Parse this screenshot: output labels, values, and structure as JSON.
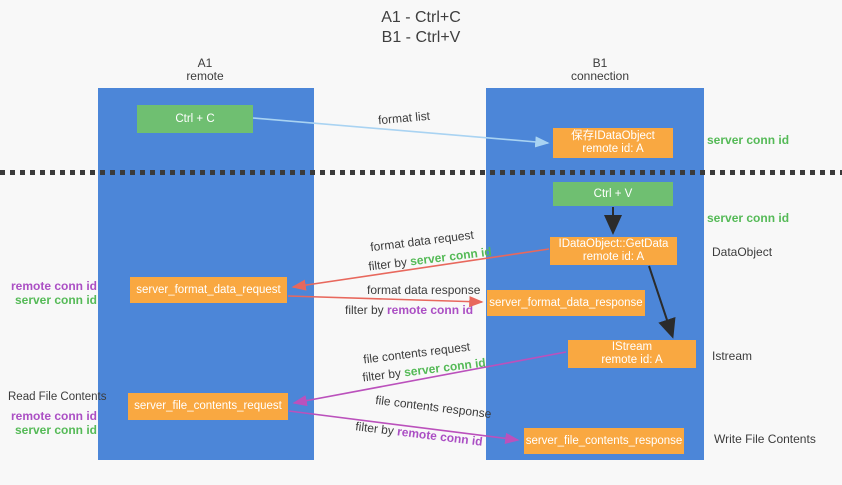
{
  "title": {
    "line1": "A1 - Ctrl+C",
    "line2": "B1 - Ctrl+V"
  },
  "lanes": {
    "a1": {
      "name": "A1",
      "subtitle": "remote"
    },
    "b1": {
      "name": "B1",
      "subtitle": "connection"
    }
  },
  "nodes": {
    "ctrl_c": "Ctrl + C",
    "ctrl_v": "Ctrl + V",
    "save_dataobject": {
      "line1": "保存IDataObject",
      "line2": "remote id: A"
    },
    "getdata": {
      "line1": "IDataObject::GetData",
      "line2": "remote id: A"
    },
    "istream": {
      "line1": "IStream",
      "line2": "remote id: A"
    },
    "format_request": "server_format_data_request",
    "format_response": "server_format_data_response",
    "file_request": "server_file_contents_request",
    "file_response": "server_file_contents_response"
  },
  "labels": {
    "format_list": "format list",
    "format_data_request": "format data request",
    "format_data_response": "format data response",
    "file_contents_request": "file contents request",
    "file_contents_response": "file contents response",
    "filter_by": "filter by ",
    "server_conn_id": "server conn id",
    "remote_conn_id": "remote conn id",
    "dataobject": "DataObject",
    "istream": "Istream",
    "read_file_contents": "Read File Contents",
    "write_file_contents": "Write File Contents"
  },
  "colors": {
    "lane_blue": "#4c86d8",
    "box_green": "#6fbf71",
    "box_orange": "#f9a841",
    "text_green": "#55ba57",
    "text_purple": "#ab4fc4",
    "arrow_red": "#e8685d",
    "arrow_magenta": "#bb51bc",
    "arrow_blue": "#a9d3f2",
    "arrow_black": "#2b2b2b"
  }
}
